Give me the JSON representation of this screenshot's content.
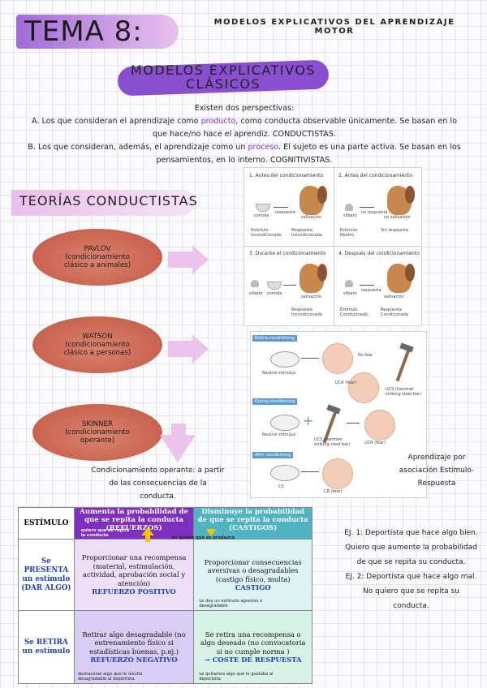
{
  "header": {
    "tema": "TEMA 8:",
    "subject_line1": "MODELOS EXPLICATIVOS DEL APRENDIZAJE",
    "subject_line2": "MOTOR"
  },
  "section_title": {
    "line1": "MODELOS EXPLICATIVOS",
    "line2": "CLÁSICOS"
  },
  "intro": {
    "lead": "Existen dos perspectivas:",
    "a_pre": "A. Los que consideran el aprendizaje como ",
    "a_hl": "producto",
    "a_post": ", como conducta observable únicamente. Se basan en lo que hace/no hace el aprendiz. CONDUCTISTAS.",
    "b_pre": "B. Los que consideran, además, el aprendizaje como un ",
    "b_hl": "proceso",
    "b_post": ". El sujeto es una parte activa. Se basan en los pensamientos, en lo interno. COGNITIVISTAS."
  },
  "theories": {
    "title": "TEORÍAS CONDUCTISTAS",
    "items": [
      {
        "name": "PAVLOV",
        "desc": "(condicionamiento clásico a animales)"
      },
      {
        "name": "WATSON",
        "desc": "(condicionamiento clásico a personas)"
      },
      {
        "name": "SKINNER",
        "desc": "(condicionamiento operante)"
      }
    ]
  },
  "pavlov_fig": {
    "panels": [
      {
        "title": "1. Antes del condicionamiento",
        "l1": "comida",
        "l2": "respuesta",
        "l3": "salivación",
        "c1": "Estímulo Incondicionado",
        "c2": "Respuesta Incondicionada"
      },
      {
        "title": "2. Antes del condicionamiento",
        "l1": "silbato",
        "l2": "no respuesta",
        "l3": "no salivación",
        "c1": "Estímulo Neutro",
        "c2": "Sin respuesta"
      },
      {
        "title": "3. Durante el condicionamiento",
        "l1": "silbato",
        "l2": "comida",
        "l3": "salivación",
        "c1": "Respuesta Incondicionada",
        "c2": ""
      },
      {
        "title": "4. Después del condicionamiento",
        "l1": "silbato",
        "l2": "respuesta",
        "l3": "salivación",
        "c1": "Estímulo Condicionado",
        "c2": "Respuesta Condicionada"
      }
    ]
  },
  "watson_fig": {
    "before": "Before conditioning",
    "neutral": "Neutral stimulus",
    "nofear": "No fear",
    "ucr": "UCR (fear)",
    "ucs": "UCS (hammer striking steel bar)",
    "during": "During conditioning",
    "neutral2": "Neutral stimulus",
    "ucs2": "UCS (hammer striking steel bar)",
    "ucr2": "UCR (fear)",
    "after": "After conditioning",
    "cs": "CS",
    "cr": "CR (fear)"
  },
  "skinner_note": "Condicionamiento operante: a partir de las consecuencias de la conducta.",
  "association_note": "Aprendizaje por asociación Estímulo-Respuesta",
  "table": {
    "col0": "ESTÍMULO",
    "col1": "Aumenta la probabilidad de que se repita la conducta (REFUERZOS)",
    "col2": "Disminuye la probabilidad de que se repita la conducta (CASTIGOS)",
    "col1_note": "quiero que se repita la conducta",
    "col2_note": "no quiero que se produzca otra vez",
    "row1_label": [
      "Se",
      "PRESENTA",
      "un estímulo",
      "(DAR ALGO)"
    ],
    "row2_label": [
      "Se RETIRA",
      "un estímulo"
    ],
    "c11_text": "Proporcionar una recompensa (material, estimulación, actividad, aprobación social y atención)",
    "c11_bold": "REFUERZO POSITIVO",
    "c12_text": "Proporcionar consecuencias aversivas o desagradables (castigo físico, multa)",
    "c12_bold": "CASTIGO",
    "c12_note": "Le doy un estímulo agresivo o desagradable",
    "c21_text": "Retirar algo desagradable (no entrenamiento físico si estadísticas buenas, p.ej.)",
    "c21_bold": "REFUERZO NEGATIVO",
    "c21_note": "deshacerse algo que le resulta desagradable al deportista",
    "c22_text": "Se retira una recompensa o algo deseado (no convocatoria si no cumple norma )",
    "c22_bold": "→ COSTE DE RESPUESTA",
    "c22_note": "Le quitamos algo que le gustaba al deportista"
  },
  "examples": {
    "ej1": "EJ. 1: Deportista que hace algo bien. Quiero que aumente la probabilidad de que se repita su conducta.",
    "ej2": "EJ. 2: Deportista que hace algo mal. No quiero que se repita su conducta."
  },
  "colors": {
    "purple": "#8a4fd0",
    "oval": "#c9634f",
    "arrow": "#e9bfe9",
    "table_header_left": "#7e2fc0",
    "table_header_right": "#4fb3c2",
    "highlight_text": "#8a2be2"
  }
}
